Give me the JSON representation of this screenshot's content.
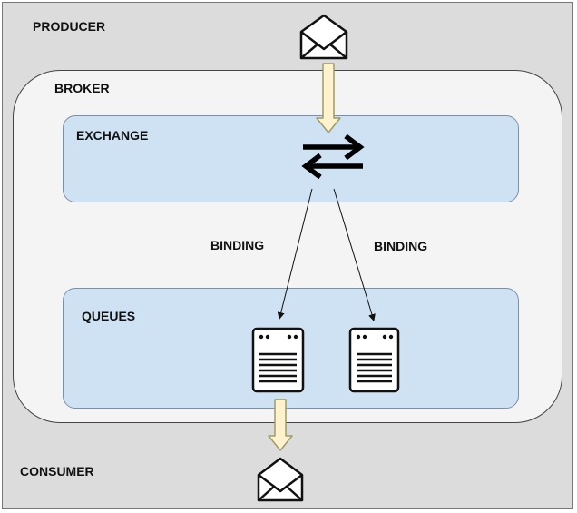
{
  "labels": {
    "producer": "PRODUCER",
    "broker": "BROKER",
    "exchange": "EXCHANGE",
    "binding_left": "BINDING",
    "binding_right": "BINDING",
    "queues": "QUEUES",
    "consumer": "CONSUMER"
  },
  "icons": {
    "producer_message": "envelope-icon",
    "exchange": "exchange-arrows-icon",
    "queue_1": "queue-server-icon",
    "queue_2": "queue-server-icon",
    "consumer_message": "envelope-icon"
  },
  "colors": {
    "background": "#dcdcdc",
    "broker_fill": "#f4f4f4",
    "panel_fill": "#cfe2f3",
    "flow_arrow_fill": "#fff2cc",
    "flow_arrow_stroke": "#9c9c6a"
  }
}
